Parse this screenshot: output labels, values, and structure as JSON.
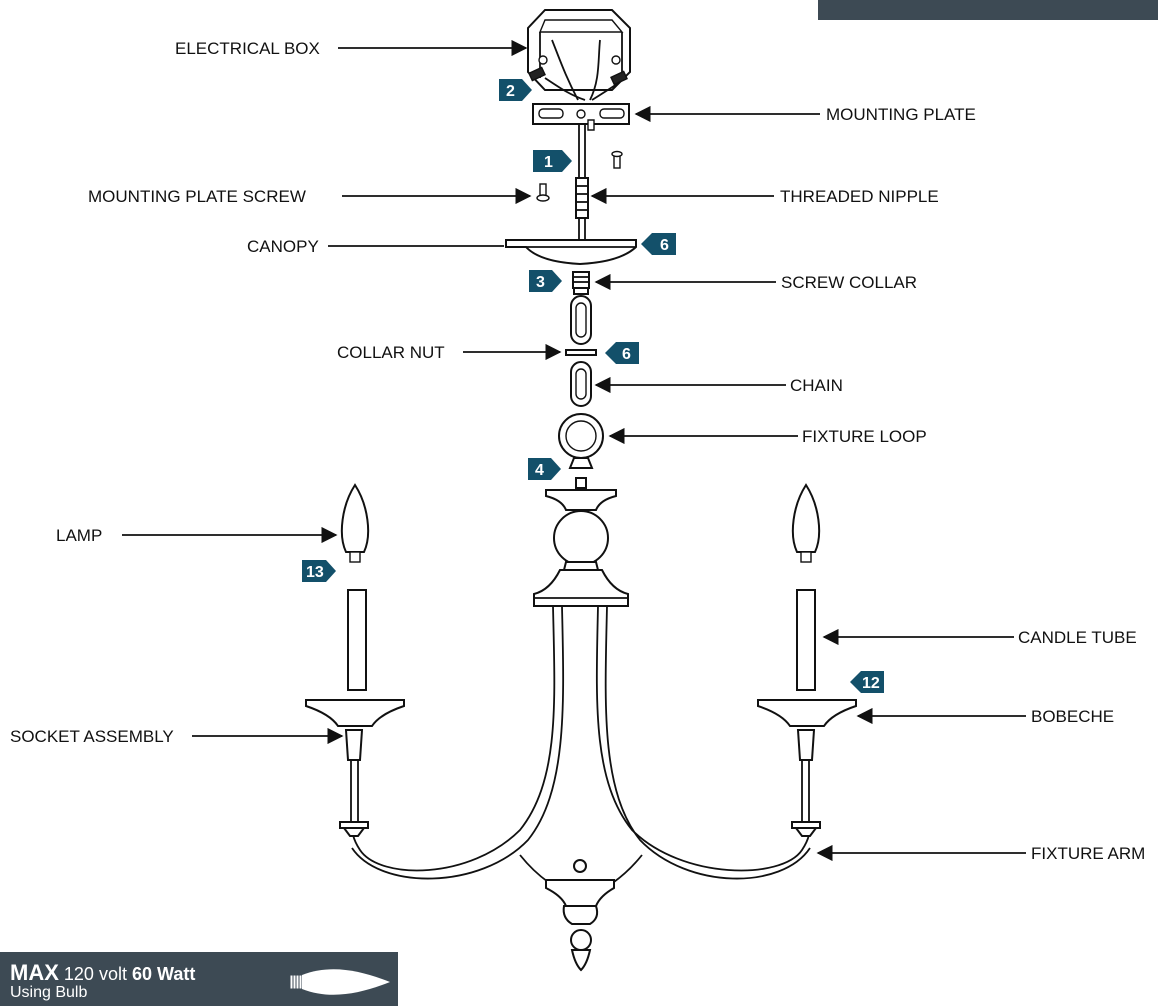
{
  "labels": {
    "electrical_box": "ELECTRICAL BOX",
    "mounting_plate": "MOUNTING PLATE",
    "mounting_plate_screw": "MOUNTING PLATE SCREW",
    "threaded_nipple": "THREADED NIPPLE",
    "canopy": "CANOPY",
    "screw_collar": "SCREW COLLAR",
    "collar_nut": "COLLAR NUT",
    "chain": "CHAIN",
    "fixture_loop": "FIXTURE LOOP",
    "lamp": "LAMP",
    "candle_tube": "CANDLE TUBE",
    "socket_assembly": "SOCKET ASSEMBLY",
    "bobeche": "BOBECHE",
    "fixture_arm": "FIXTURE ARM"
  },
  "steps": {
    "nipple": "1",
    "box": "2",
    "collar": "3",
    "loop": "4",
    "canopy": "6",
    "collar_nut": "6",
    "bobeche": "12",
    "lamp": "13"
  },
  "banner": {
    "max": "MAX",
    "volt": "120 volt",
    "watt": "60 Watt",
    "line2": "Using Bulb"
  },
  "colors": {
    "badge": "#13506a",
    "banner": "#3d4a54"
  }
}
